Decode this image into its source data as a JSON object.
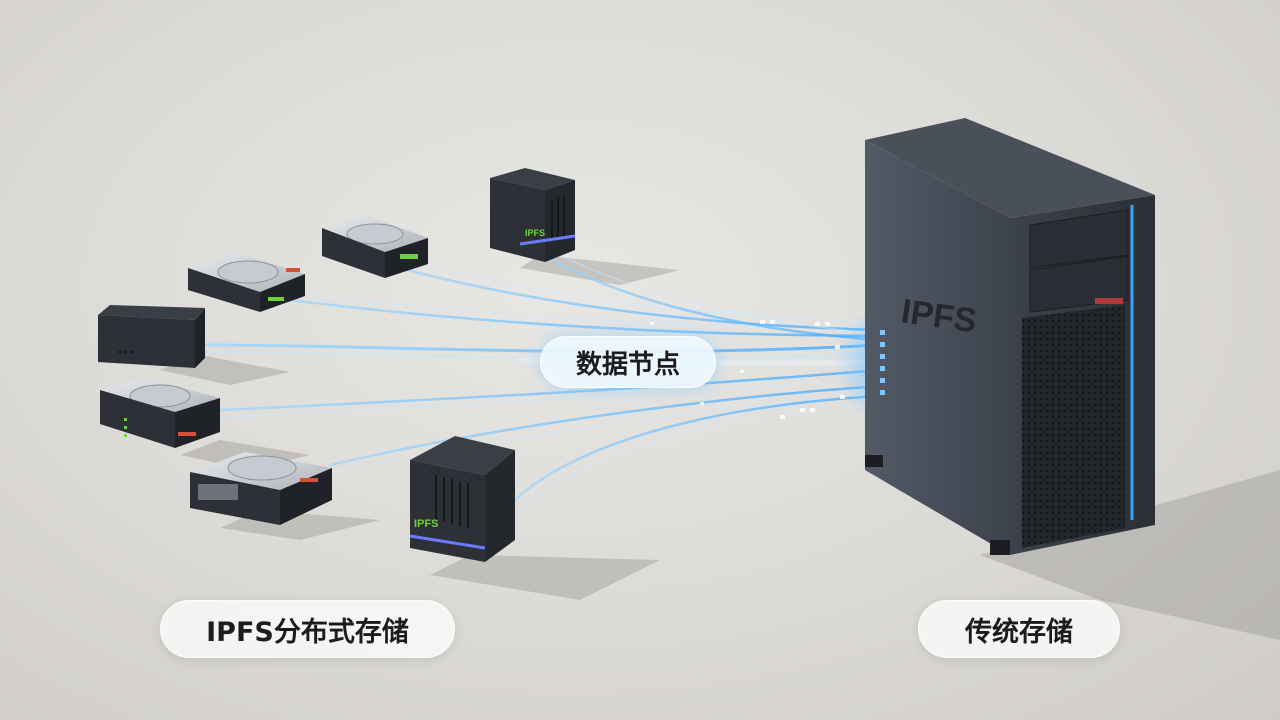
{
  "labels": {
    "distributed": "IPFS分布式存储",
    "traditional": "传统存储",
    "data_nodes": "数据节点"
  },
  "server": {
    "brand_text": "IPFS"
  },
  "node_device_text": "IPFS",
  "colors": {
    "accent_blue": "#3fa9ff",
    "floor": "#dcdad6",
    "device_dark": "#2f3238",
    "node_green": "#6fd23a"
  }
}
